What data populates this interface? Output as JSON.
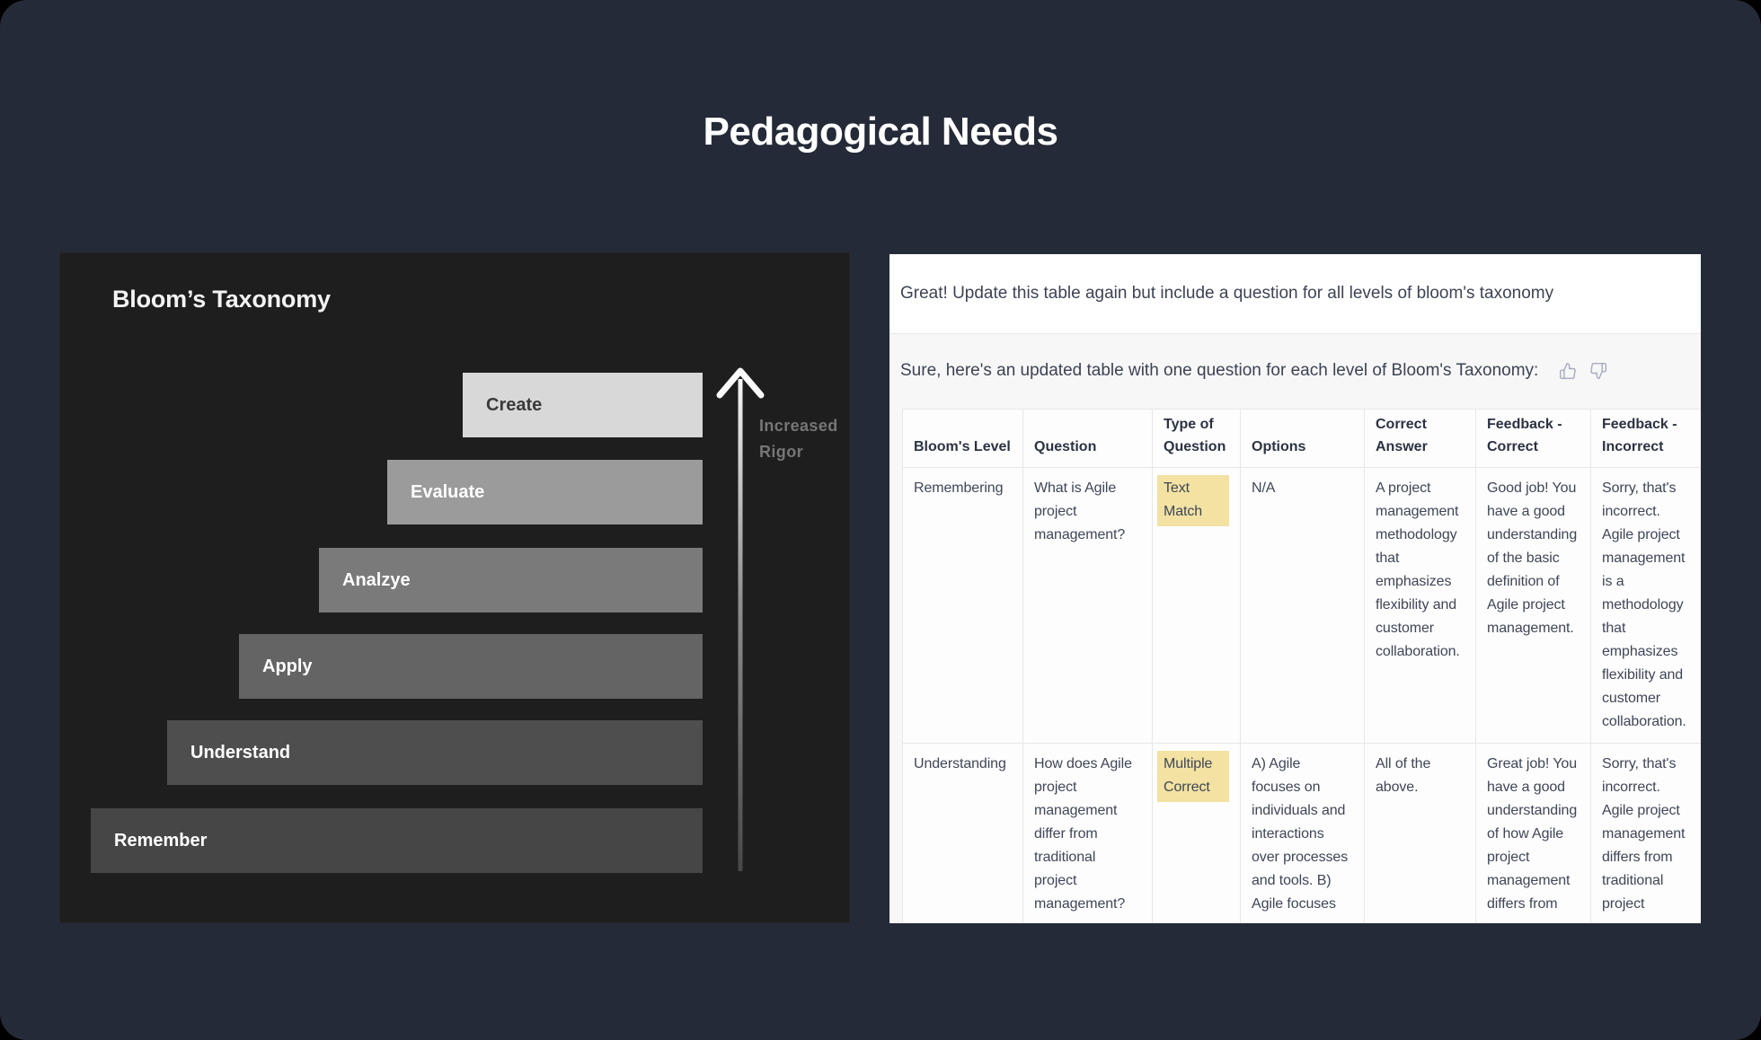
{
  "page_title": "Pedagogical Needs",
  "bloom": {
    "title": "Bloom’s Taxonomy",
    "arrow_label_line1": "Increased",
    "arrow_label_line2": "Rigor",
    "steps": [
      {
        "label": "Create",
        "bg": "#d8d8d8",
        "text_color": "#3a3a3a"
      },
      {
        "label": "Evaluate",
        "bg": "#9b9b9b",
        "text_color": "#ffffff"
      },
      {
        "label": "Analzye",
        "bg": "#7a7a7a",
        "text_color": "#ffffff"
      },
      {
        "label": "Apply",
        "bg": "#646464",
        "text_color": "#ffffff"
      },
      {
        "label": "Understand",
        "bg": "#4e4e4e",
        "text_color": "#ffffff"
      },
      {
        "label": "Remember",
        "bg": "#464646",
        "text_color": "#ffffff"
      }
    ]
  },
  "chat": {
    "user_message": "Great! Update this table again but include a question for all levels of bloom's taxonomy",
    "assistant_intro": "Sure, here's an updated table with one question for each level of Bloom's Taxonomy:",
    "feedback_icons": [
      "thumbs-up-icon",
      "thumbs-down-icon"
    ],
    "table": {
      "highlight_color": "#f3e2a2",
      "columns": [
        {
          "key": "level",
          "label": "Bloom's Level"
        },
        {
          "key": "question",
          "label": "Question"
        },
        {
          "key": "type",
          "label": "Type of Question"
        },
        {
          "key": "options",
          "label": "Options"
        },
        {
          "key": "correct",
          "label": "Correct Answer"
        },
        {
          "key": "feedback_correct",
          "label": "Feedback - Correct"
        },
        {
          "key": "feedback_incorrect",
          "label": "Feedback - Incorrect"
        }
      ],
      "rows": [
        {
          "level": "Remembering",
          "question": "What is Agile project management?",
          "type": "Text Match",
          "options": "N/A",
          "correct": "A project management methodology that emphasizes flexibility and customer collaboration.",
          "feedback_correct": "Good job! You have a good understanding of the basic definition of Agile project management.",
          "feedback_incorrect": "Sorry, that's incorrect. Agile project management is a methodology that emphasizes flexibility and customer collaboration."
        },
        {
          "level": "Understanding",
          "question": "How does Agile project management differ from traditional project management?",
          "type": "Multiple Correct",
          "options": "A) Agile focuses on individuals and interactions over processes and tools. B) Agile focuses",
          "correct": "All of the above.",
          "feedback_correct": "Great job! You have a good understanding of how Agile project management differs from",
          "feedback_incorrect": "Sorry, that's incorrect. Agile project management differs from traditional project"
        }
      ]
    }
  },
  "colors": {
    "page_background": "#252a38",
    "bloom_panel_background": "#1e1e1f",
    "chat_panel_background": "#f7f7f8",
    "table_text": "#3f4656",
    "icon_stroke": "#a8abbe"
  }
}
